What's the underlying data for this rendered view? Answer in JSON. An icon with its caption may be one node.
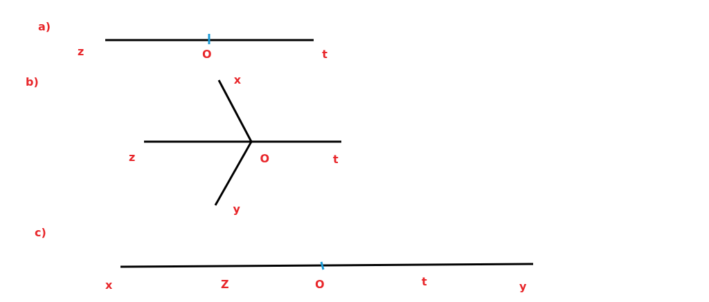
{
  "diagram": {
    "nodes": [
      {
        "text": [
          "z"
        ]
      },
      {
        "text": [
          "t"
        ]
      },
      {
        "text": [
          "x"
        ]
      },
      {
        "text": [
          "z"
        ]
      },
      {
        "text": [
          "O"
        ]
      },
      {
        "text": [
          "t"
        ]
      },
      {
        "text": [
          "y"
        ]
      },
      {
        "text": [
          "x"
        ]
      },
      {
        "text": [
          "y"
        ]
      }
    ],
    "edges": [
      {
        "from": 0,
        "to": 1,
        "arrow": "none"
      },
      {
        "from": 4,
        "to": 2,
        "arrow": "none"
      },
      {
        "from": 4,
        "to": 3,
        "arrow": "none"
      },
      {
        "from": 4,
        "to": 5,
        "arrow": "none"
      },
      {
        "from": 4,
        "to": 6,
        "arrow": "none"
      },
      {
        "from": 7,
        "to": 8,
        "arrow": "none"
      }
    ],
    "labels": [
      "a)",
      "O",
      "b)",
      "c)",
      "Z",
      "O",
      "t"
    ]
  }
}
